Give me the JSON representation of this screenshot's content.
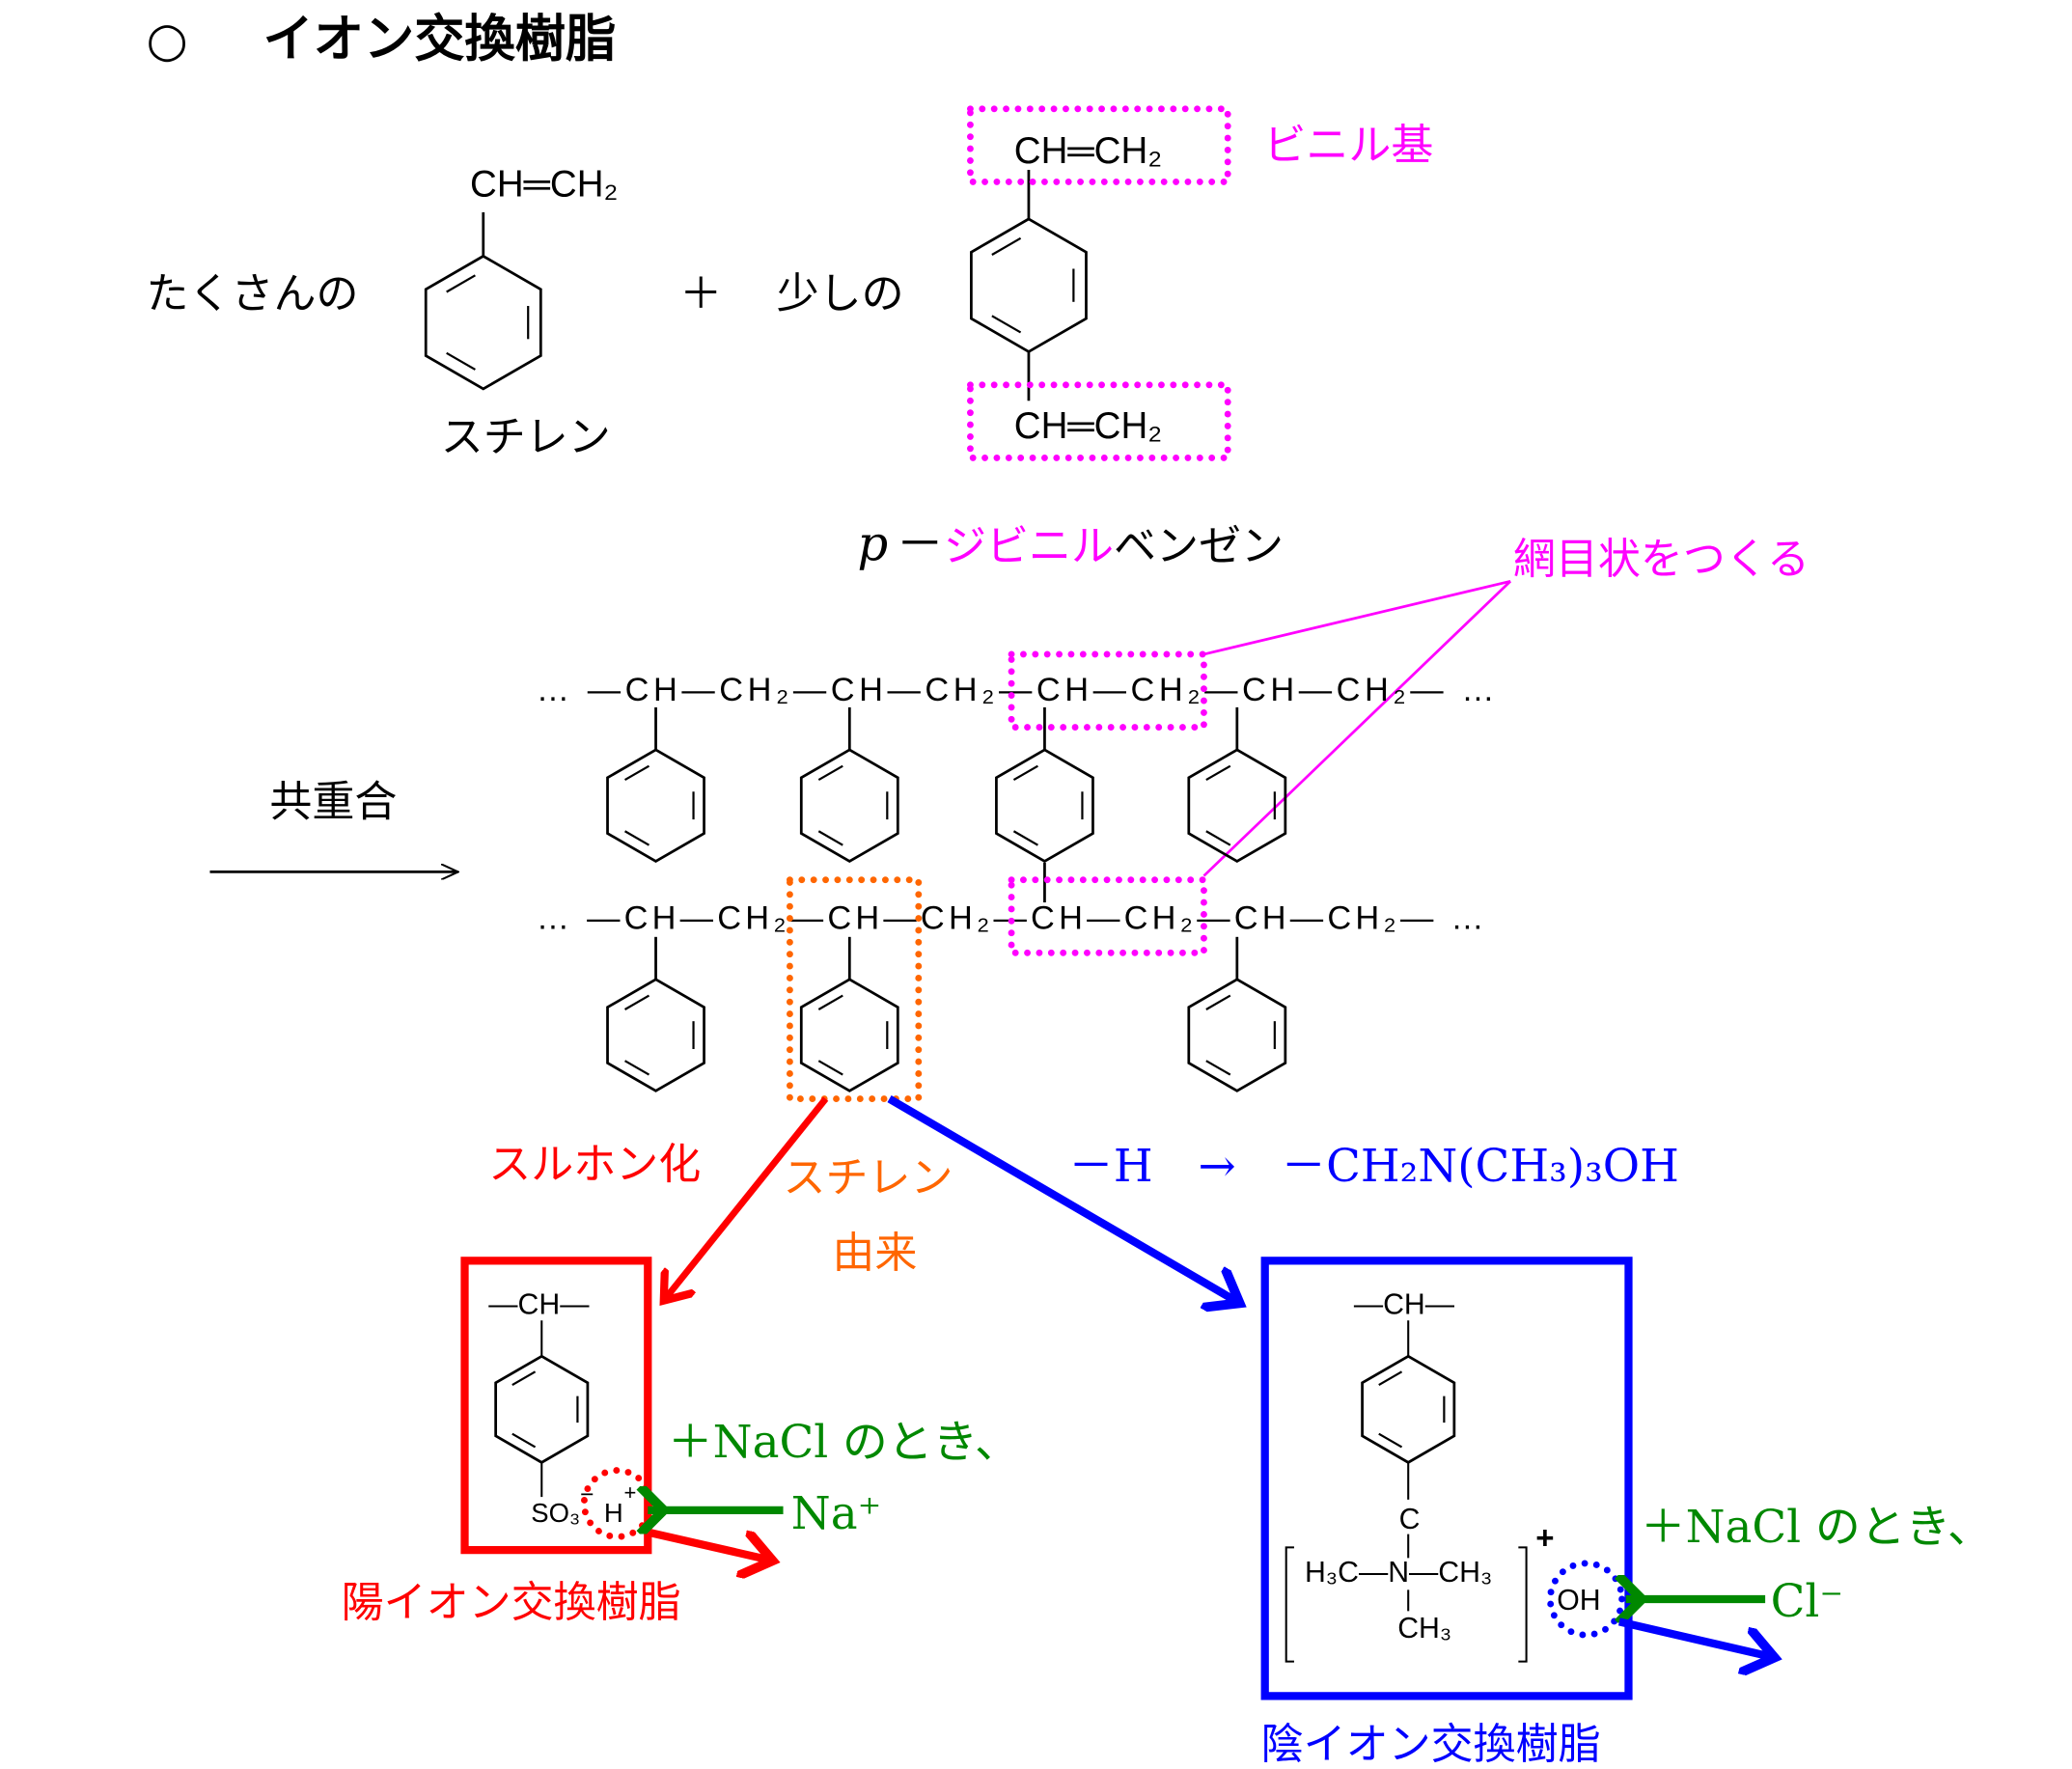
{
  "title": {
    "bullet": "○",
    "text": "イオン交換樹脂"
  },
  "monomers": {
    "many_label": "たくさんの",
    "styrene_vinyl": "CH═CH₂",
    "styrene_name": "スチレン",
    "plus": "＋",
    "few_label": "少しの",
    "dvb_vinyl_top": "CH═CH₂",
    "dvb_vinyl_bottom": "CH═CH₂",
    "vinyl_group_label": "ビニル基",
    "dvb_name_prefix": "p",
    "dvb_name_dash": "－",
    "dvb_name_divinyl": "ジビニル",
    "dvb_name_benzene": "ベンゼン"
  },
  "polymer": {
    "reaction_label": "共重合",
    "network_label": "網目状をつくる",
    "chain1": "… —CH—CH₂—CH—CH₂—CH—CH₂—CH—CH₂— …",
    "chain2": "… —CH—CH₂—CH—CH₂—CH—CH₂—CH—CH₂— …",
    "sulfonation_label": "スルホン化",
    "styrene_origin_1": "スチレン",
    "styrene_origin_2": "由来",
    "substitution": "－H　→　－CH₂N(CH₃)₃OH"
  },
  "cation_resin": {
    "ch": "—CH—",
    "so3": "SO₃",
    "minus": "−",
    "h": "H",
    "plus": "+",
    "nacl_note": "＋NaCl のとき、",
    "na_ion": "Na⁺",
    "name": "陽イオン交換樹脂"
  },
  "anion_resin": {
    "ch": "—CH—",
    "c": "C",
    "n_group": "H₃C—N—CH₃",
    "ch3": "CH₃",
    "plus": "+",
    "oh": "OH",
    "nacl_note": "＋NaCl のとき、",
    "cl_ion": "Cl⁻",
    "name": "陰イオン交換樹脂"
  },
  "colors": {
    "magenta": "#ff00ff",
    "red": "#ff0000",
    "orange": "#ff6600",
    "blue": "#0000ff",
    "green": "#008000"
  }
}
